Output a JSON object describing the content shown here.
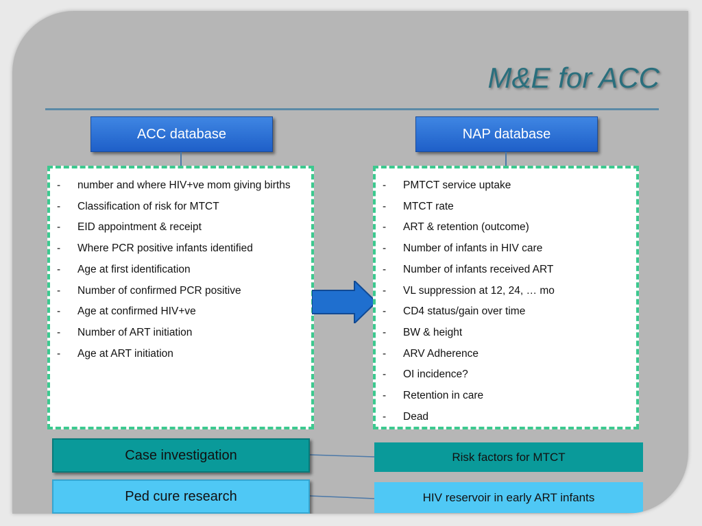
{
  "title": "M&E for ACC",
  "acc": {
    "header": "ACC database",
    "items": [
      "number and where HIV+ve mom giving births",
      "Classification of risk for MTCT",
      "EID appointment & receipt",
      "Where PCR positive infants identified",
      "Age at first identification",
      "Number of confirmed PCR positive",
      "Age at confirmed HIV+ve",
      "Number of ART initiation",
      "Age at ART initiation"
    ]
  },
  "nap": {
    "header": "NAP database",
    "items": [
      "PMTCT service uptake",
      "MTCT rate",
      "ART & retention (outcome)",
      "Number of infants in HIV care",
      "Number of infants received ART",
      "VL suppression at 12, 24, … mo",
      "CD4 status/gain over time",
      "BW & height",
      "ARV Adherence",
      "OI incidence?",
      "Retention in care",
      "Dead"
    ]
  },
  "bullet": "-",
  "bottom": {
    "case_investigation": "Case investigation",
    "ped_cure_research": "Ped cure research",
    "risk_factors": "Risk factors for MTCT",
    "hiv_reservoir": "HIV reservoir in early ART infants"
  },
  "colors": {
    "title": "#2a6f7d",
    "header_blue": "#1e5fc8",
    "dashed_border": "#3cc98f",
    "teal": "#0a9a9a",
    "light_blue": "#4fc8f5",
    "arrow": "#1f6fcf"
  }
}
